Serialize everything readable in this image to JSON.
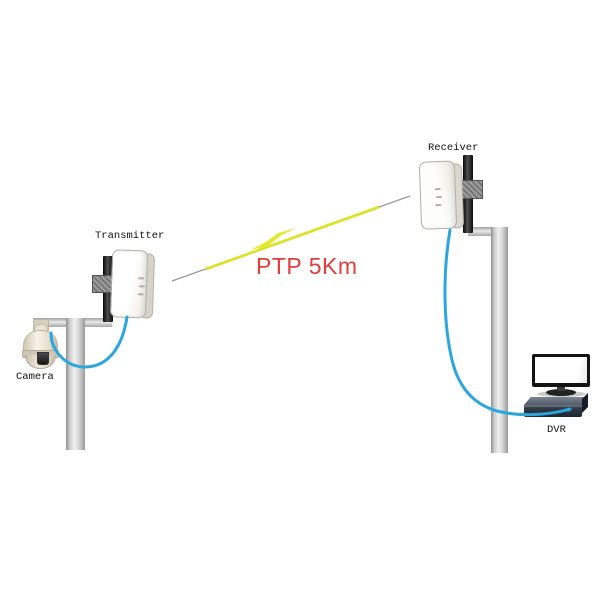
{
  "title": "PTP wireless video surveillance link diagram",
  "labels": {
    "transmitter": "Transmitter",
    "receiver": "Receiver",
    "camera": "Camera",
    "dvr": "DVR"
  },
  "link": {
    "label": "PTP 5Km",
    "type": "PTP",
    "distance": "5Km",
    "label_color": "#e23c3c",
    "bolt_color": "#e4e930",
    "line_color": "#999999"
  },
  "colors": {
    "cable": "#2ba7dd",
    "pole": "#c9c9c9",
    "mast": "#1a1a1a",
    "antenna_body": "#f7f6f1",
    "camera_body": "#efe9da",
    "dvr_front": "#303946",
    "background": "#ffffff"
  }
}
